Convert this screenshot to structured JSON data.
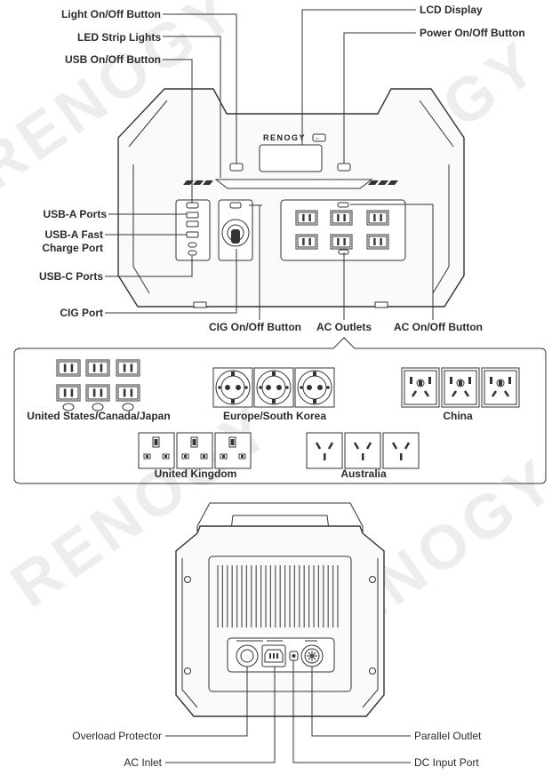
{
  "watermark": "RENOGY",
  "brand": "RENOGY",
  "brand_suffix": "P2",
  "front_labels": {
    "light_button": "Light On/Off Button",
    "led_strip": "LED Strip Lights",
    "usb_button": "USB On/Off Button",
    "lcd": "LCD Display",
    "power_button": "Power On/Off Button",
    "usb_a": "USB-A Ports",
    "usb_a_fast_1": "USB-A Fast",
    "usb_a_fast_2": "Charge Port",
    "usb_c": "USB-C Ports",
    "cig_port": "CIG Port",
    "cig_button": "CIG On/Off Button",
    "ac_outlets": "AC Outlets",
    "ac_button": "AC On/Off Button"
  },
  "regions": {
    "us": "United States/Canada/Japan",
    "eu": "Europe/South Korea",
    "china": "China",
    "uk": "United Kingdom",
    "australia": "Australia"
  },
  "rear_labels": {
    "overload": "Overload Protector",
    "ac_inlet": "AC Inlet",
    "parallel": "Parallel Outlet",
    "dc_input": "DC Input Port"
  }
}
